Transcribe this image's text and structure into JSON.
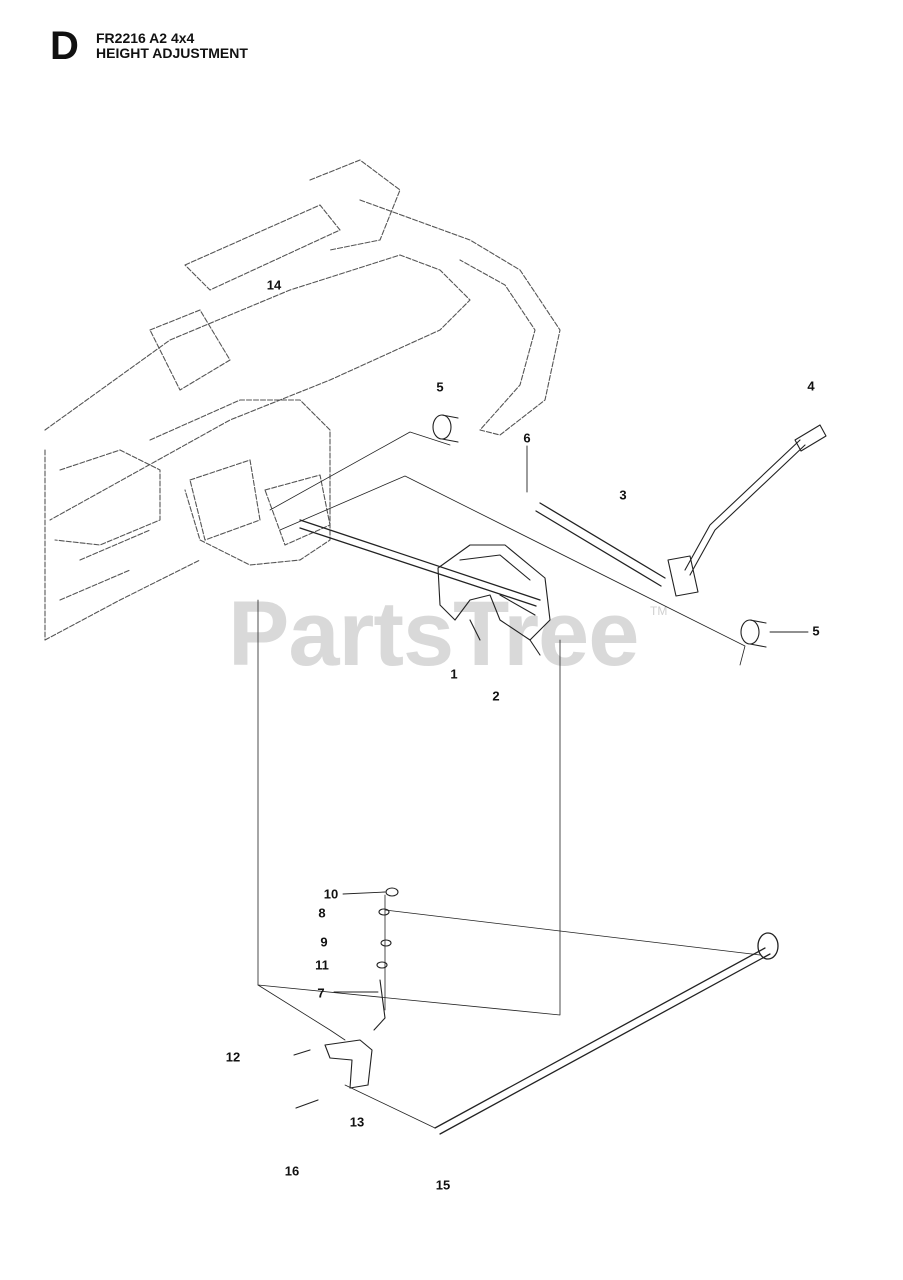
{
  "header": {
    "section_letter": "D",
    "model": "FR2216 A2 4x4",
    "title": "HEIGHT ADJUSTMENT"
  },
  "watermark": {
    "text": "PartsTree",
    "tm": "TM"
  },
  "callouts": {
    "c1": "1",
    "c2": "2",
    "c3": "3",
    "c4": "4",
    "c5a": "5",
    "c5b": "5",
    "c6": "6",
    "c7": "7",
    "c8": "8",
    "c9": "9",
    "c10": "10",
    "c11": "11",
    "c12": "12",
    "c13": "13",
    "c14": "14",
    "c15": "15",
    "c16": "16"
  }
}
